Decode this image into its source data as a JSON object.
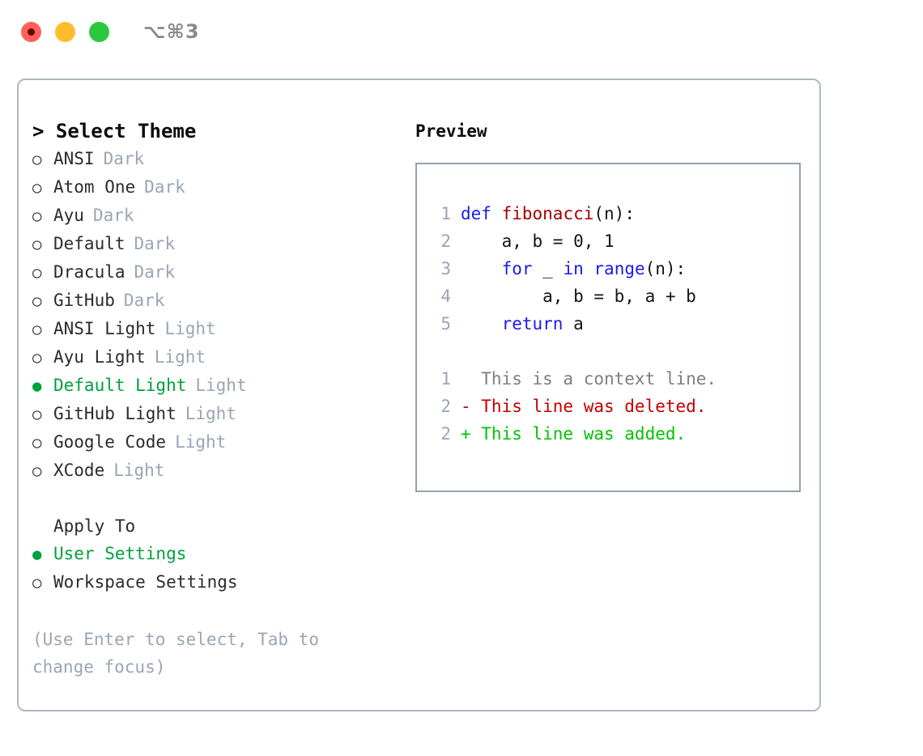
{
  "titlebar": {
    "shortcut": "⌥⌘3",
    "buttons": [
      {
        "name": "close",
        "color": "#ff6159"
      },
      {
        "name": "minimize",
        "color": "#ffbd2e"
      },
      {
        "name": "zoom",
        "color": "#28c93f"
      }
    ]
  },
  "theme_panel": {
    "header": "> Select Theme",
    "items": [
      {
        "bullet": "○",
        "label": "ANSI",
        "tag": "Dark",
        "selected": false
      },
      {
        "bullet": "○",
        "label": "Atom One",
        "tag": "Dark",
        "selected": false
      },
      {
        "bullet": "○",
        "label": "Ayu",
        "tag": "Dark",
        "selected": false
      },
      {
        "bullet": "○",
        "label": "Default",
        "tag": "Dark",
        "selected": false
      },
      {
        "bullet": "○",
        "label": "Dracula",
        "tag": "Dark",
        "selected": false
      },
      {
        "bullet": "○",
        "label": "GitHub",
        "tag": "Dark",
        "selected": false
      },
      {
        "bullet": "○",
        "label": "ANSI Light",
        "tag": "Light",
        "selected": false
      },
      {
        "bullet": "○",
        "label": "Ayu Light",
        "tag": "Light",
        "selected": false
      },
      {
        "bullet": "●",
        "label": "Default Light",
        "tag": "Light",
        "selected": true
      },
      {
        "bullet": "○",
        "label": "GitHub Light",
        "tag": "Light",
        "selected": false
      },
      {
        "bullet": "○",
        "label": "Google Code",
        "tag": "Light",
        "selected": false
      },
      {
        "bullet": "○",
        "label": "XCode",
        "tag": "Light",
        "selected": false
      }
    ]
  },
  "apply_to": {
    "header": "Apply To",
    "items": [
      {
        "bullet": "●",
        "label": "User Settings",
        "selected": true
      },
      {
        "bullet": "○",
        "label": "Workspace Settings",
        "selected": false
      }
    ]
  },
  "hint": "(Use Enter to select, Tab to\nchange focus)",
  "preview": {
    "title": "Preview",
    "code_lines": [
      {
        "n": "1",
        "tokens": [
          {
            "t": "def",
            "c": "kw"
          },
          {
            "t": " ",
            "c": "plain"
          },
          {
            "t": "fibonacci",
            "c": "fn"
          },
          {
            "t": "(n):",
            "c": "plain"
          }
        ]
      },
      {
        "n": "2",
        "tokens": [
          {
            "t": "    a, b = 0, 1",
            "c": "plain"
          }
        ]
      },
      {
        "n": "3",
        "tokens": [
          {
            "t": "    ",
            "c": "plain"
          },
          {
            "t": "for",
            "c": "kw"
          },
          {
            "t": " _ ",
            "c": "plain"
          },
          {
            "t": "in",
            "c": "kw"
          },
          {
            "t": " ",
            "c": "plain"
          },
          {
            "t": "range",
            "c": "kw"
          },
          {
            "t": "(n):",
            "c": "plain"
          }
        ]
      },
      {
        "n": "4",
        "tokens": [
          {
            "t": "        a, b = b, a + b",
            "c": "plain"
          }
        ]
      },
      {
        "n": "5",
        "tokens": [
          {
            "t": "    ",
            "c": "plain"
          },
          {
            "t": "return",
            "c": "kw"
          },
          {
            "t": " a",
            "c": "plain"
          }
        ]
      }
    ],
    "diff_lines": [
      {
        "n": "1",
        "text": "  This is a context line.",
        "kind": "ctx"
      },
      {
        "n": "2",
        "text": "- This line was deleted.",
        "kind": "del"
      },
      {
        "n": "2",
        "text": "+ This line was added.",
        "kind": "add"
      }
    ]
  },
  "colors": {
    "accent_green": "#00a03c",
    "muted": "#9aa5b5",
    "keyword_blue": "#1a1aee",
    "function_red": "#a30000",
    "diff_delete": "#c00000",
    "diff_add": "#00c200",
    "border": "#aeb8c4"
  }
}
